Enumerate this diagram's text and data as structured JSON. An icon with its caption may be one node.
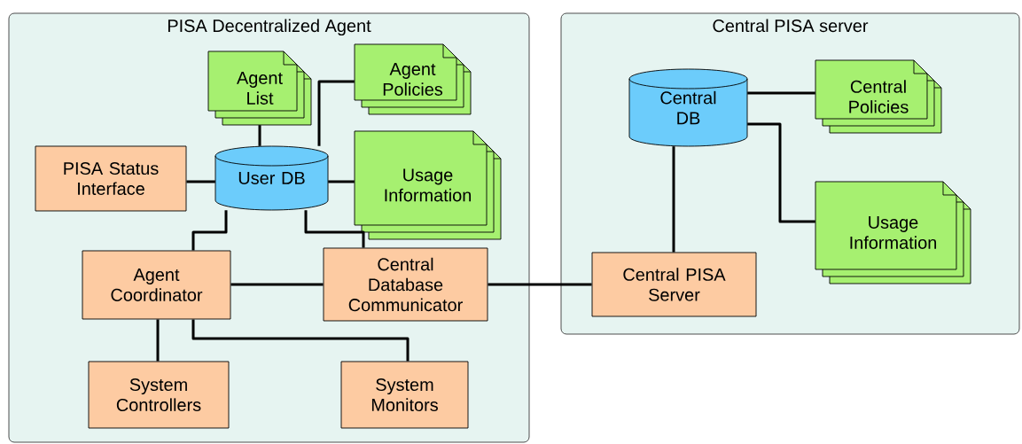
{
  "diagram": {
    "nodes": [
      {
        "text": [
          "PISA Decentralized Agent"
        ]
      },
      {
        "text": [
          "Central PISA server"
        ]
      },
      {
        "text": [
          "Agent List"
        ],
        "in": 0
      },
      {
        "text": [
          "Agent Policies"
        ],
        "in": 0
      },
      {
        "text": [
          "PISA Status Interface"
        ],
        "in": 0
      },
      {
        "text": [
          "User DB"
        ],
        "in": 0
      },
      {
        "text": [
          "Usage Information"
        ],
        "in": 0
      },
      {
        "text": [
          "Agent Coordinator"
        ],
        "in": 0
      },
      {
        "text": [
          "Central Database Communicator"
        ],
        "in": 0
      },
      {
        "text": [
          "System Controllers"
        ],
        "in": 0
      },
      {
        "text": [
          "System Monitors"
        ],
        "in": 0
      },
      {
        "text": [
          "Central DB"
        ],
        "in": 1
      },
      {
        "text": [
          "Central Policies"
        ],
        "in": 1
      },
      {
        "text": [
          "Usage Information"
        ],
        "in": 1
      },
      {
        "text": [
          "Central PISA Server"
        ],
        "in": 1
      }
    ],
    "edges": [
      {
        "from": 5,
        "to": 2,
        "arrow": "none"
      },
      {
        "from": 5,
        "to": 3,
        "arrow": "none"
      },
      {
        "from": 4,
        "to": 5,
        "arrow": "none"
      },
      {
        "from": 5,
        "to": 6,
        "arrow": "none"
      },
      {
        "from": 5,
        "to": 7,
        "arrow": "none"
      },
      {
        "from": 5,
        "to": 8,
        "arrow": "none"
      },
      {
        "from": 7,
        "to": 8,
        "arrow": "none"
      },
      {
        "from": 7,
        "to": 9,
        "arrow": "none"
      },
      {
        "from": 7,
        "to": 10,
        "arrow": "none"
      },
      {
        "from": 8,
        "to": 14,
        "arrow": "none"
      },
      {
        "from": 11,
        "to": 14,
        "arrow": "none"
      },
      {
        "from": 11,
        "to": 12,
        "arrow": "none"
      },
      {
        "from": 11,
        "to": 13,
        "arrow": "none"
      }
    ]
  }
}
